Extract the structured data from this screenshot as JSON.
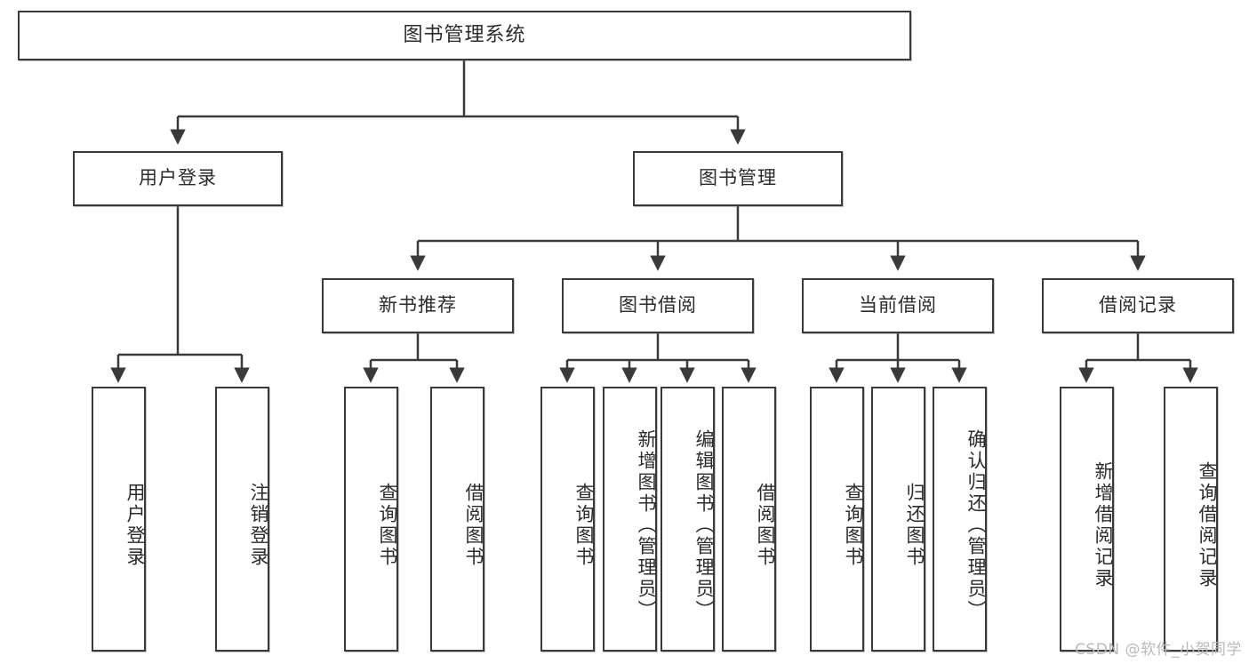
{
  "diagram": {
    "title": "图书管理系统",
    "type": "functional-structure-tree",
    "root": {
      "label": "图书管理系统"
    },
    "level2": [
      {
        "label": "用户登录"
      },
      {
        "label": "图书管理"
      }
    ],
    "level3": [
      {
        "label": "新书推荐"
      },
      {
        "label": "图书借阅"
      },
      {
        "label": "当前借阅"
      },
      {
        "label": "借阅记录"
      }
    ],
    "leaves": {
      "user_login": [
        {
          "label": "用户登录"
        },
        {
          "label": "注销登录"
        }
      ],
      "new_book_recommend": [
        {
          "label": "查询图书"
        },
        {
          "label": "借阅图书"
        }
      ],
      "book_borrow": [
        {
          "label": "查询图书"
        },
        {
          "label": "新增图书（管理员）"
        },
        {
          "label": "编辑图书（管理员）"
        },
        {
          "label": "借阅图书"
        }
      ],
      "current_borrow": [
        {
          "label": "查询图书"
        },
        {
          "label": "归还图书"
        },
        {
          "label": "确认归还（管理员）"
        }
      ],
      "borrow_record": [
        {
          "label": "新增借阅记录"
        },
        {
          "label": "查询借阅记录"
        }
      ]
    }
  },
  "watermark": {
    "text": "CSDN @软件_小贺同学"
  },
  "colors": {
    "stroke": "#3a3a3a",
    "fill": "#ffffff",
    "text": "#2b2b2b",
    "watermark": "#b9b9b9"
  }
}
